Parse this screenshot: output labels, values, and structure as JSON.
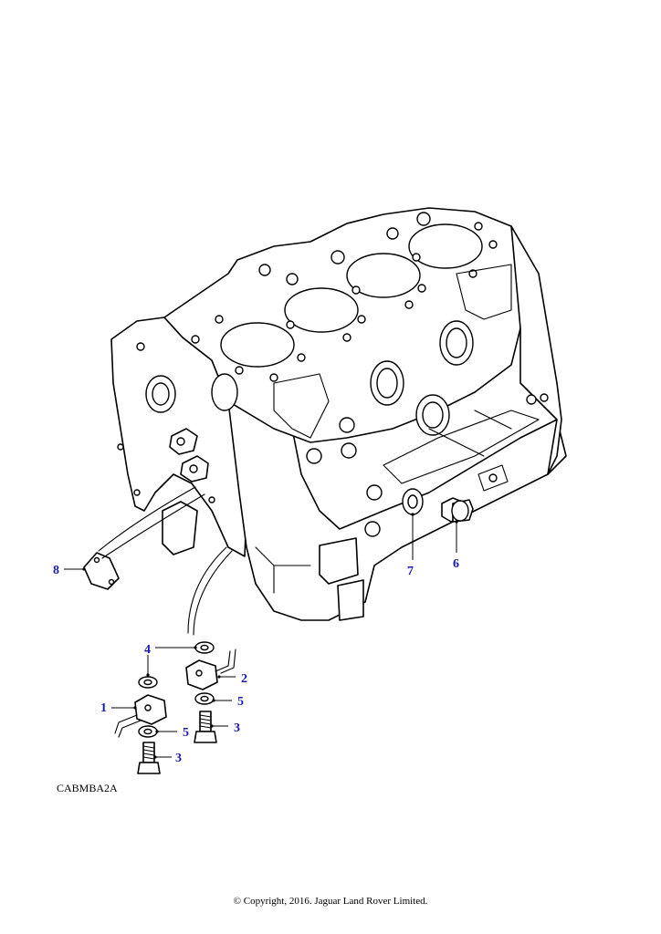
{
  "diagram": {
    "figure_code": "CABMBA2A",
    "copyright": "© Copyright, 2016. Jaguar Land Rover Limited.",
    "accent_color": "#1a1ab0",
    "callouts": [
      {
        "id": "c1",
        "label": "1"
      },
      {
        "id": "c2",
        "label": "2"
      },
      {
        "id": "c3a",
        "label": "3"
      },
      {
        "id": "c3b",
        "label": "3"
      },
      {
        "id": "c4",
        "label": "4"
      },
      {
        "id": "c5a",
        "label": "5"
      },
      {
        "id": "c5b",
        "label": "5"
      },
      {
        "id": "c6",
        "label": "6"
      },
      {
        "id": "c7",
        "label": "7"
      },
      {
        "id": "c8",
        "label": "8"
      }
    ]
  }
}
